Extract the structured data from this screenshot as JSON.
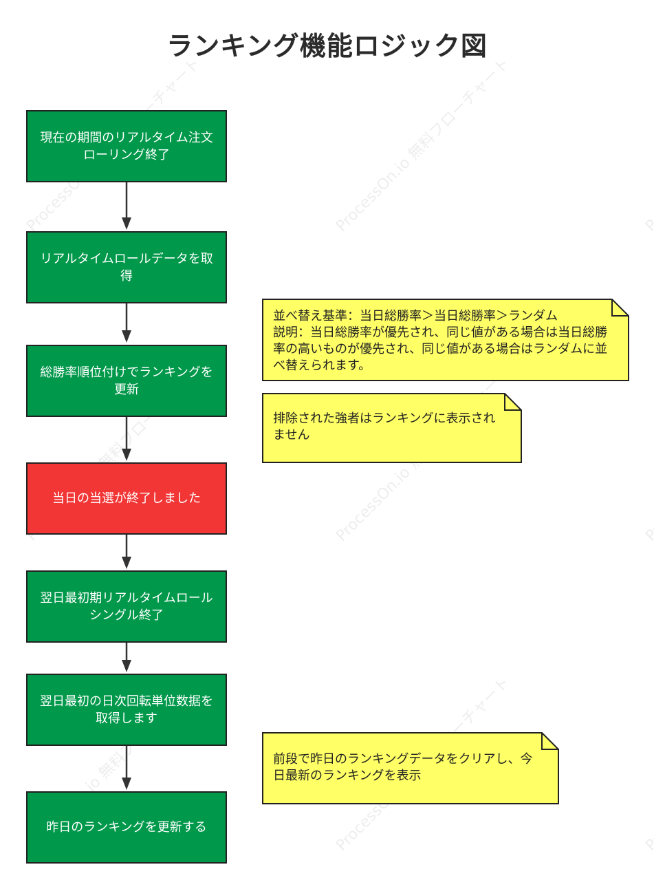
{
  "title": "ランキング機能ロジック図",
  "watermark_text": "ProcessOn.io 無料フローチャート",
  "colors": {
    "process": "#00984a",
    "highlight": "#f23535",
    "note": "#ffff66",
    "border": "#222222"
  },
  "steps": [
    {
      "label": "現在の期間のリアルタイム注文ローリング終了",
      "type": "process"
    },
    {
      "label": "リアルタイムロールデータを取得",
      "type": "process"
    },
    {
      "label": "総勝率順位付けでランキングを更新",
      "type": "process"
    },
    {
      "label": "当日の当選が終了しました",
      "type": "highlight"
    },
    {
      "label": "翌日最初期リアルタイムロールシングル終了",
      "type": "process"
    },
    {
      "label": "翌日最初の日次回転単位数据を取得します",
      "type": "process"
    },
    {
      "label": "昨日のランキングを更新する",
      "type": "process"
    }
  ],
  "notes": [
    {
      "text": "並べ替え基準：当日総勝率＞当日総勝率＞ランダム\n説明：当日総勝率が優先され、同じ値がある場合は当日総勝率の高いものが優先され、同じ値がある場合はランダムに並べ替えられます。"
    },
    {
      "text": "排除された強者はランキングに表示されません"
    },
    {
      "text": "前段で昨日のランキングデータをクリアし、今日最新のランキングを表示"
    }
  ]
}
